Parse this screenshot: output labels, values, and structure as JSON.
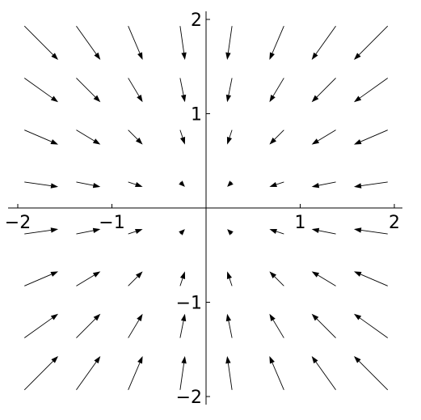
{
  "chart_data": {
    "type": "vector-field",
    "title": "",
    "xlabel": "",
    "ylabel": "",
    "xlim": [
      -2,
      2
    ],
    "ylim": [
      -2,
      2
    ],
    "grid": false,
    "x_ticks": [
      {
        "value": -2,
        "label": "−2"
      },
      {
        "value": -1,
        "label": "−1"
      },
      {
        "value": 1,
        "label": "1"
      },
      {
        "value": 2,
        "label": "2"
      }
    ],
    "y_ticks": [
      {
        "value": -2,
        "label": "−2"
      },
      {
        "value": -1,
        "label": "−1"
      },
      {
        "value": 1,
        "label": "1"
      },
      {
        "value": 2,
        "label": "2"
      }
    ],
    "sample_x": [
      -1.75,
      -1.25,
      -0.75,
      -0.25,
      0.25,
      0.75,
      1.25,
      1.75
    ],
    "sample_y": [
      -1.75,
      -1.25,
      -0.75,
      -0.25,
      0.25,
      0.75,
      1.25,
      1.75
    ],
    "field": "arrows point toward the origin; direction (-x, -y), length grows with distance from the origin",
    "colors": {
      "arrow": "#000000",
      "axis": "#000000",
      "background": "#ffffff"
    }
  }
}
